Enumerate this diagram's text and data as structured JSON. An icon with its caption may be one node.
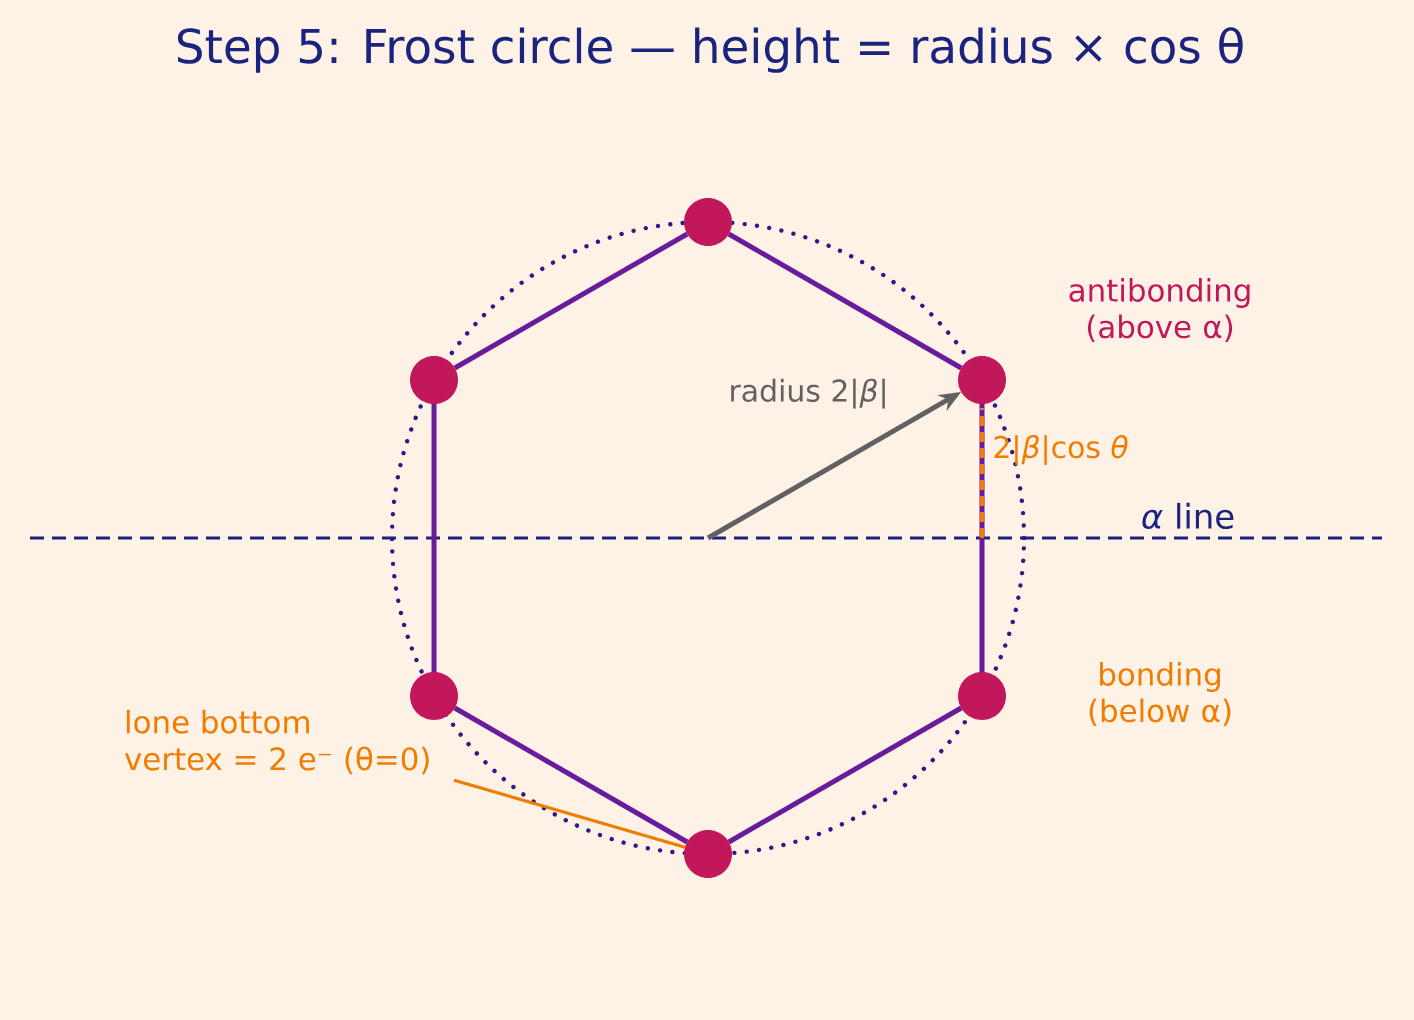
{
  "diagram": {
    "title": "Step 5: Frost circle — height = radius × cos θ",
    "nodes": [
      {
        "text": [],
        "shape": "circle"
      },
      {
        "text": [],
        "shape": "circle"
      },
      {
        "text": [],
        "shape": "circle"
      },
      {
        "text": [],
        "shape": "circle"
      },
      {
        "text": [],
        "shape": "circle"
      },
      {
        "text": [
          "lone bottom vertex = 2 e⁻ (θ=0)"
        ]
      },
      {
        "text": [],
        "shape": "circle"
      }
    ],
    "edges": [
      {
        "from": 0,
        "to": 2,
        "arrow": "none"
      },
      {
        "from": 2,
        "to": 4,
        "arrow": "none"
      },
      {
        "from": 4,
        "to": 6,
        "arrow": "none"
      },
      {
        "from": 6,
        "to": 3,
        "arrow": "none"
      },
      {
        "from": 3,
        "to": 1,
        "arrow": "none"
      },
      {
        "from": 1,
        "to": 0,
        "arrow": "none"
      },
      {
        "from": null,
        "to": 2,
        "arrow": "to",
        "label": "radius 2|*β*|",
        "color": "#616161"
      },
      {
        "from": 5,
        "to": 6,
        "arrow": "none",
        "color": "#f07c00"
      }
    ],
    "labels": [
      "antibonding (above α)",
      "2|*β*|cos *θ*",
      "*α* line",
      "bonding (below α)"
    ]
  }
}
